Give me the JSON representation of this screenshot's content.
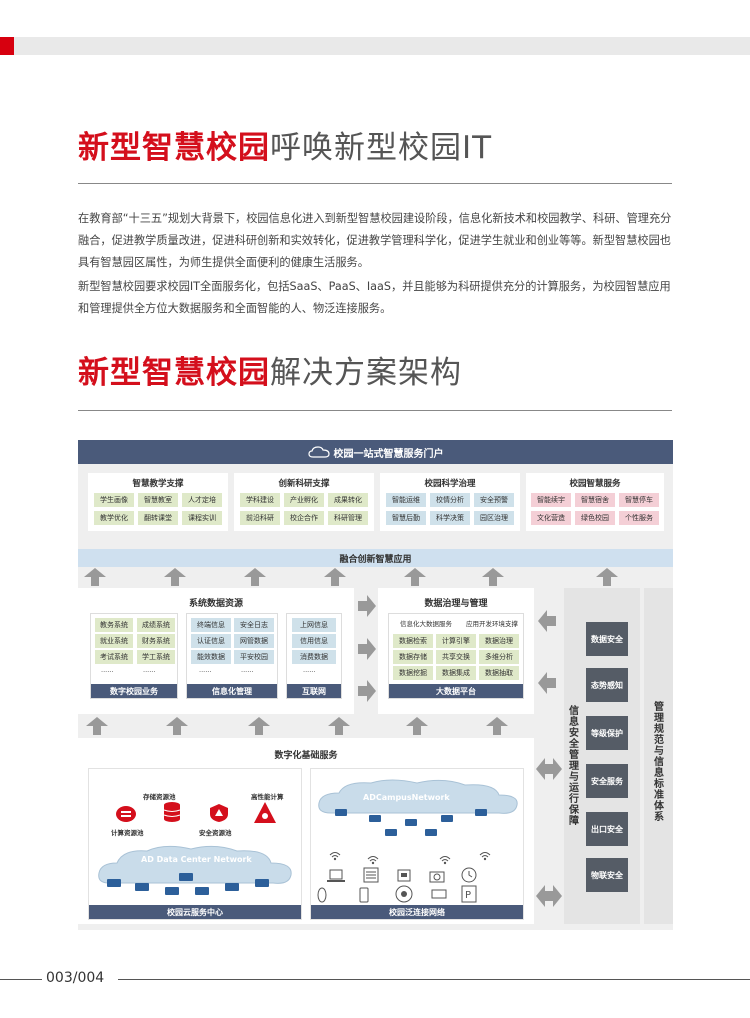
{
  "page": {
    "title1": {
      "red": "新型智慧校园",
      "gray": "呼唤新型校园IT"
    },
    "para1": "在教育部“十三五”规划大背景下，校园信息化进入到新型智慧校园建设阶段，信息化新技术和校园教学、科研、管理充分融合，促进教学质量改进，促进科研创新和实效转化，促进教学管理科学化，促进学生就业和创业等等。新型智慧校园也具有智慧园区属性，为师生提供全面便利的健康生活服务。",
    "para2": "新型智慧校园要求校园IT全面服务化，包括SaaS、PaaS、IaaS，并且能够为科研提供充分的计算服务，为校园智慧应用和管理提供全方位大数据服务和全面智能的人、物泛连接服务。",
    "title2": {
      "red": "新型智慧校园",
      "gray": "解决方案架构"
    },
    "page_number": "003/004"
  },
  "diagram": {
    "portal": "校园一站式智慧服务门户",
    "apps": [
      {
        "title": "智慧教学支撑",
        "items": [
          "学生画像",
          "智慧教室",
          "人才定培",
          "教学优化",
          "翻转课堂",
          "课程实训"
        ],
        "color": "g"
      },
      {
        "title": "创新科研支撑",
        "items": [
          "学科建设",
          "产业孵化",
          "成果转化",
          "前沿科研",
          "校企合作",
          "科研管理"
        ],
        "color": "g"
      },
      {
        "title": "校园科学治理",
        "items": [
          "智能运维",
          "校情分析",
          "安全预警",
          "智慧后勤",
          "科学决策",
          "园区治理"
        ],
        "color": "b"
      },
      {
        "title": "校园智慧服务",
        "items": [
          "智能续宇",
          "智慧宿舍",
          "智慧停车",
          "文化营造",
          "绿色校园",
          "个性服务"
        ],
        "color": "p"
      }
    ],
    "fusion": "融合创新智慧应用",
    "system_data": {
      "title": "系统数据资源",
      "col1": [
        "教务系统",
        "成绩系统",
        "就业系统",
        "财务系统",
        "考试系统",
        "学工系统"
      ],
      "col1_bar": "数字校园业务",
      "col2": [
        "终端信息",
        "安全日志",
        "认证信息",
        "网管数据",
        "能效数据",
        "平安校园"
      ],
      "col2_bar": "信息化管理",
      "col3": [
        "上网信息",
        "信用信息",
        "消费数据"
      ],
      "col3_bar": "互联网",
      "ellipsis": "......"
    },
    "governance": {
      "title": "数据治理与管理",
      "head": [
        "信息化大数据服务",
        "应用开发环境支撑"
      ],
      "items": [
        "数据检索",
        "计算引擎",
        "数据治理",
        "数据存储",
        "共享交换",
        "多维分析",
        "数据挖掘",
        "数据集成",
        "数据抽取"
      ],
      "bar": "大数据平台"
    },
    "infra": {
      "title": "数字化基础服务",
      "storage": "存储资源池",
      "hpc": "高性能计算",
      "compute": "计算资源池",
      "security": "安全资源池",
      "dc_network": "AD Data Center Network",
      "campus_network": "ADCampusNetwork",
      "cloud_bar": "校园云服务中心",
      "net_bar": "校园泛连接网络"
    },
    "security_col": {
      "label": "信息安全管理与运行保障",
      "boxes": [
        "数据安全",
        "态势感知",
        "等级保护",
        "安全服务",
        "出口安全",
        "物联安全"
      ]
    },
    "standard_col": {
      "label": "管理规范与信息标准体系"
    }
  }
}
